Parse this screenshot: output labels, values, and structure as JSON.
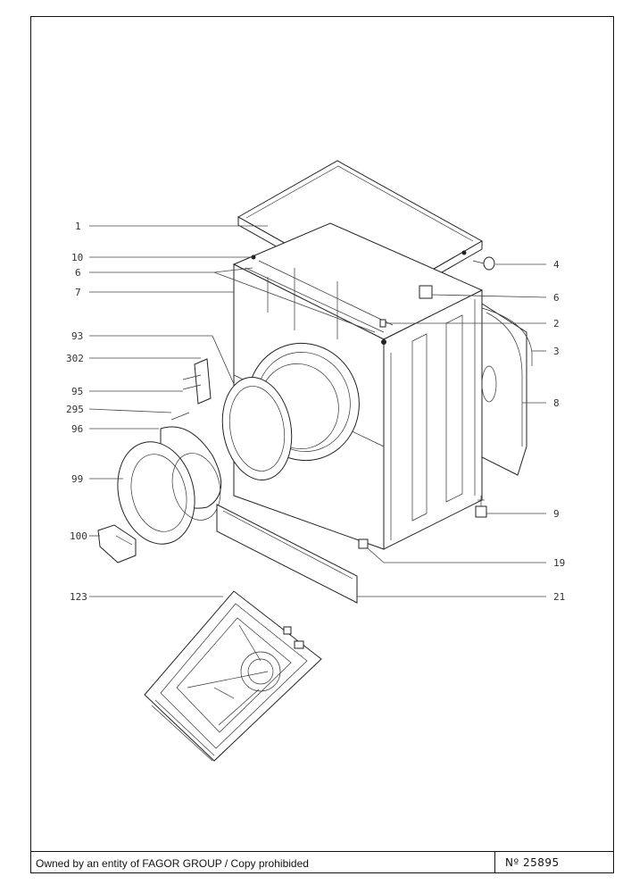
{
  "callouts": [
    "1",
    "10",
    "6",
    "7",
    "93",
    "302",
    "95",
    "295",
    "96",
    "99",
    "100",
    "123",
    "4",
    "6",
    "2",
    "3",
    "8",
    "9",
    "19",
    "21"
  ],
  "footer": {
    "owner": "Owned by an entity of FAGOR GROUP / Copy prohibided",
    "number": "Nº 25895"
  }
}
